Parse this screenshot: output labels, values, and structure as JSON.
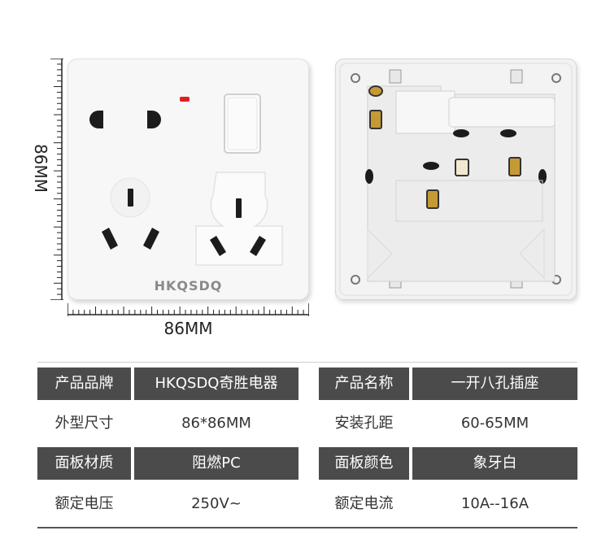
{
  "product": {
    "brand_mark": "HKQSDQ",
    "dimension_width": "86MM",
    "dimension_height": "86MM"
  },
  "specs": {
    "rows": [
      {
        "style": "dark",
        "cells": [
          "产品品牌",
          "HKQSDQ奇胜电器",
          "产品名称",
          "一开八孔插座"
        ]
      },
      {
        "style": "light",
        "cells": [
          "外型尺寸",
          "86*86MM",
          "安装孔距",
          "60-65MM"
        ]
      },
      {
        "style": "dark",
        "cells": [
          "面板材质",
          "阻燃PC",
          "面板颜色",
          "象牙白"
        ]
      },
      {
        "style": "light",
        "cells": [
          "额定电压",
          "250V~",
          "额定电流",
          "10A--16A"
        ]
      }
    ]
  },
  "colors": {
    "header_cell": "#4b4b4b",
    "indicator": "#e0201b",
    "panel": "#f7f7f7"
  }
}
